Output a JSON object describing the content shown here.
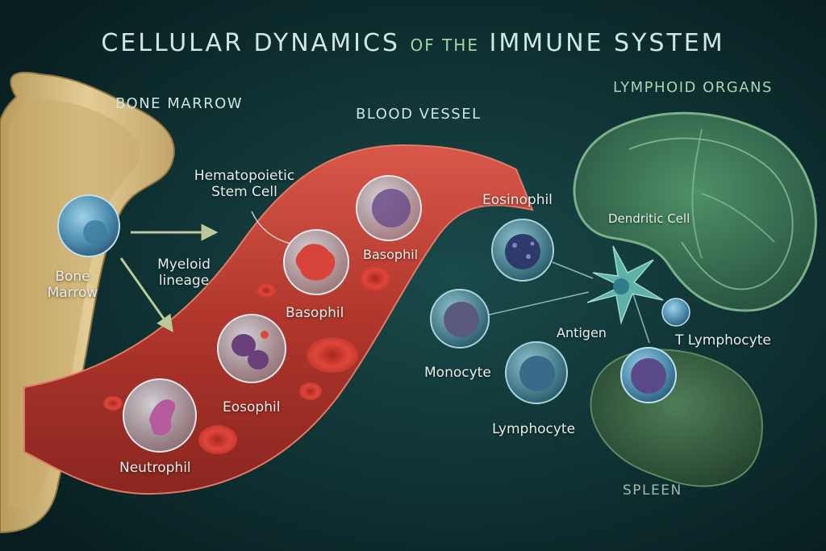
{
  "title": {
    "main_1": "CELLULAR DYNAMICS",
    "of_the": "OF THE",
    "main_2": "IMMUNE SYSTEM"
  },
  "sections": {
    "bone_marrow": "BONE MARROW",
    "blood_vessel": "BLOOD VESSEL",
    "lymphoid_organs": "LYMPHOID ORGANS",
    "spleen": "SPLEEN"
  },
  "labels": {
    "hsc_1": "Hematopoietic",
    "hsc_2": "Stem Cell",
    "bone_1": "Bone",
    "bone_2": "Marrow",
    "myeloid_1": "Myeloid",
    "myeloid_2": "lineage",
    "basophil_top": "Basophil",
    "basophil_mid": "Basophil",
    "eosophil": "Eosophil",
    "neutrophil": "Neutrophil",
    "eosinophil": "Eosinophil",
    "monocyte": "Monocyte",
    "lymphocyte": "Lymphocyte",
    "antigen": "Antigen",
    "dendritic_cell": "Dendritic Cell",
    "t_lymphocyte": "T Lymphocyte"
  },
  "colors": {
    "background": "#0b2a2c",
    "bone": "#d8c08a",
    "vessel": "#b83a2e",
    "lymph_organ": "#3f7a5a",
    "spleen": "#3d6a48"
  }
}
